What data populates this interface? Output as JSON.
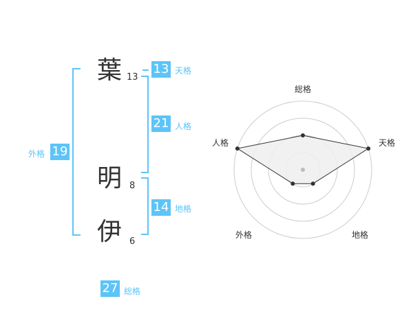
{
  "name": {
    "chars": [
      {
        "char": "葉",
        "strokes": "13"
      },
      {
        "char": "明",
        "strokes": "8"
      },
      {
        "char": "伊",
        "strokes": "6"
      }
    ]
  },
  "kaku": {
    "tenkaku": {
      "value": "13",
      "label": "天格"
    },
    "jinkaku": {
      "value": "21",
      "label": "人格"
    },
    "chikaku": {
      "value": "14",
      "label": "地格"
    },
    "gaikaku": {
      "value": "19",
      "label": "外格"
    },
    "soukaku": {
      "value": "27",
      "label": "総格"
    }
  },
  "colors": {
    "accent": "#5cc4f8",
    "text": "#333333",
    "grid": "#cccccc",
    "fill": "#eeeeee"
  },
  "chart_data": {
    "type": "radar",
    "axes": [
      "総格",
      "天格",
      "地格",
      "外格",
      "人格"
    ],
    "values": [
      2,
      4,
      1,
      1,
      4
    ],
    "max": 4,
    "rings": 4
  }
}
